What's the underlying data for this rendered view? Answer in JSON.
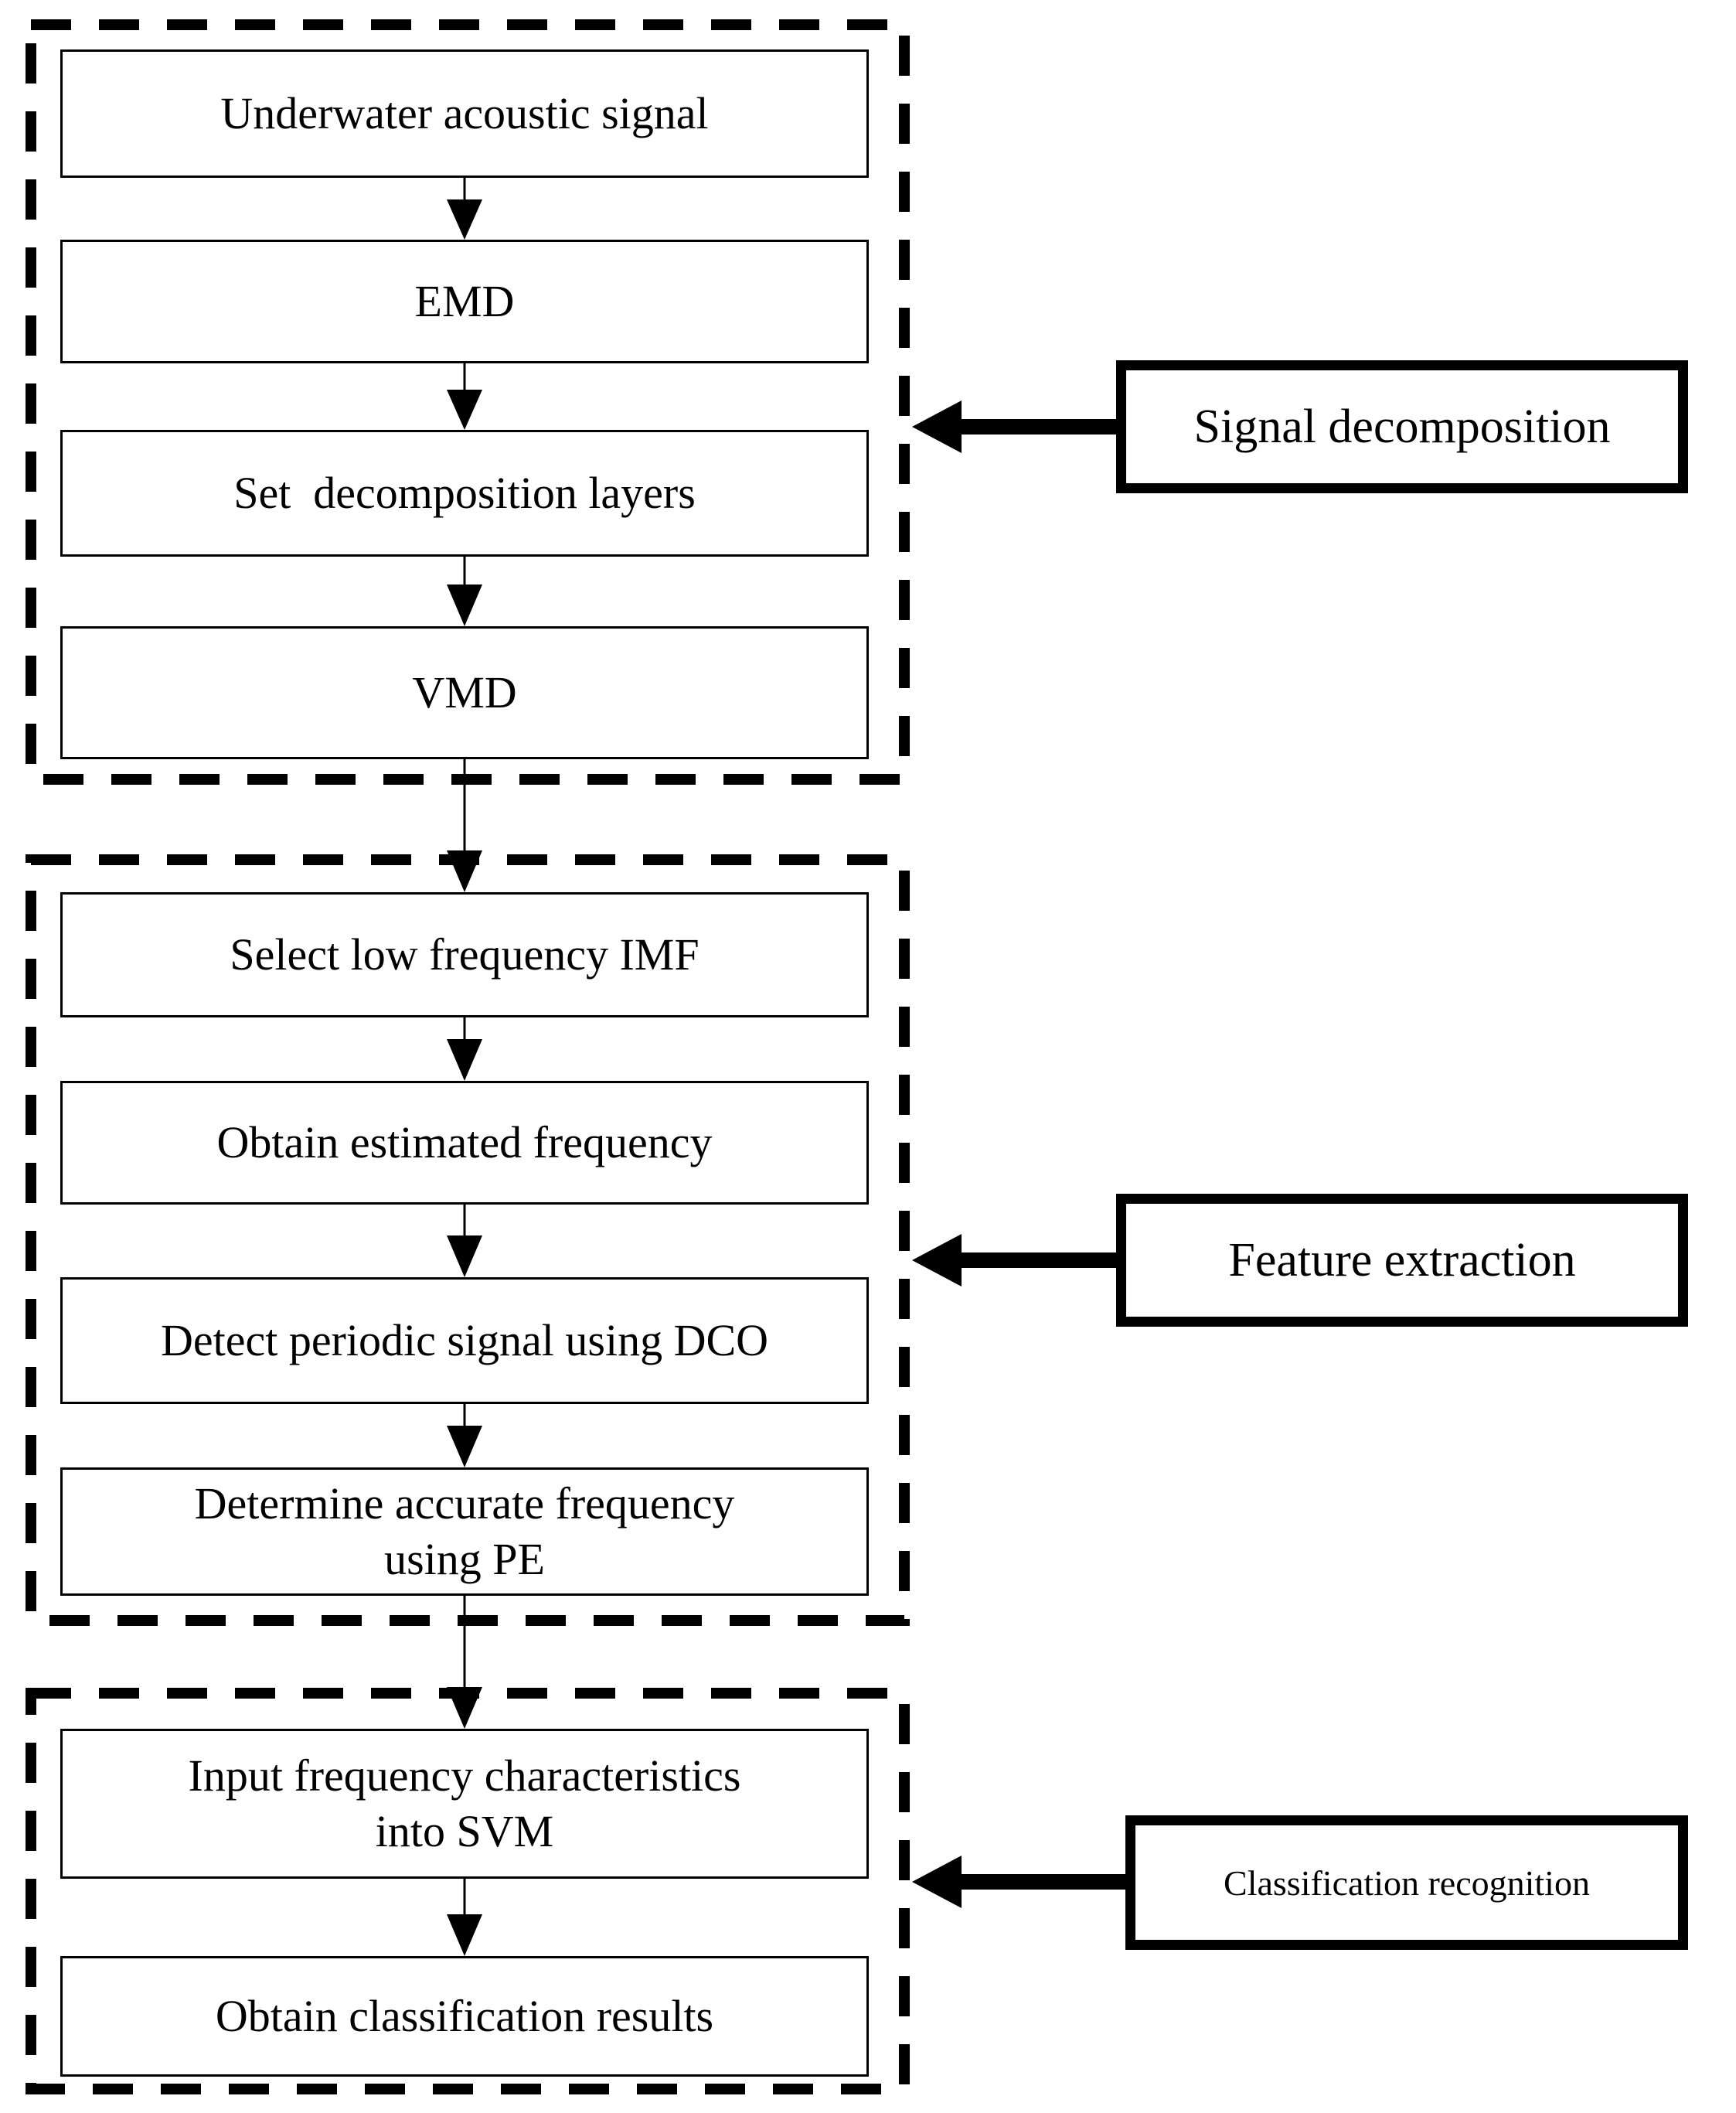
{
  "figure": {
    "groups": [
      {
        "label": "Signal decomposition",
        "nodes": [
          "Underwater acoustic signal",
          "EMD",
          "Set  decomposition layers",
          "VMD"
        ]
      },
      {
        "label": "Feature extraction",
        "nodes": [
          "Select low frequency IMF",
          "Obtain estimated frequency",
          "Detect periodic signal using DCO",
          "Determine accurate frequency\nusing PE"
        ]
      },
      {
        "label": "Classification recognition",
        "nodes": [
          "Input frequency characteristics\ninto SVM",
          "Obtain classification results"
        ]
      }
    ],
    "colors": {
      "ink": "#000000",
      "paper": "#ffffff"
    }
  }
}
